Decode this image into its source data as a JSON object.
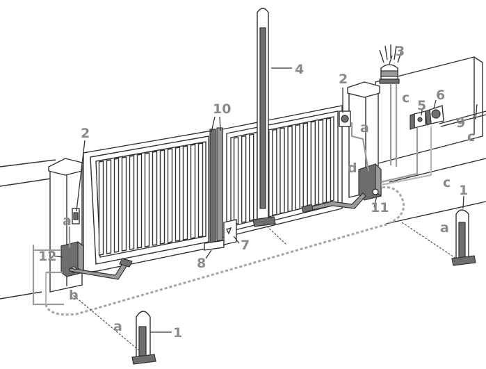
{
  "labels": {
    "photocell_column": "1",
    "photocell": "2",
    "flashing_light": "3",
    "photocell_column_top": "4",
    "key_selector": "5",
    "main_switch": "6",
    "electric_lock": "7",
    "ground_stop": "8",
    "mains_line": "9",
    "sensitive_edge": "10",
    "operator_right": "11",
    "operator_left": "12"
  },
  "cable_letters": {
    "a": "a",
    "b": "b",
    "c": "c",
    "d": "d"
  },
  "colors": {
    "label_gray": "#8a8a8a",
    "line": "#333333",
    "cable": "#9b9b9b",
    "dark_fill": "#6e6e6e"
  }
}
